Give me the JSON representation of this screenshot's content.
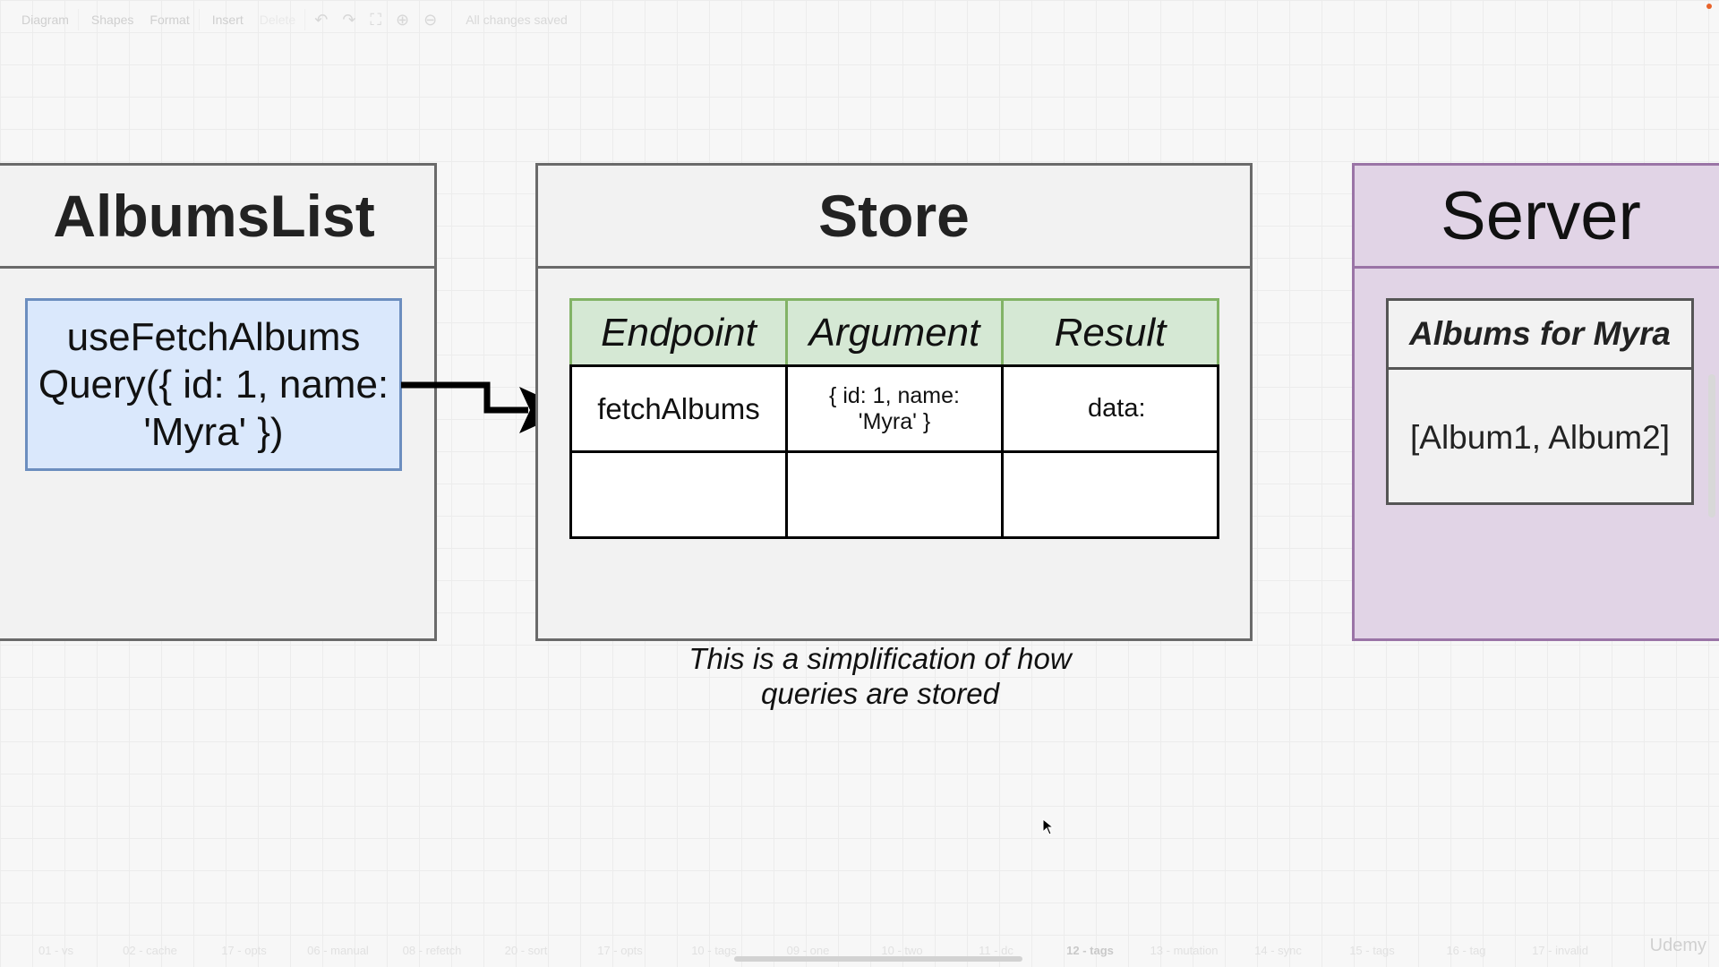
{
  "toolbar": {
    "diagram_menu": "Diagram",
    "shapes": "Shapes",
    "format": "Format",
    "insert": "Insert",
    "delete": "Delete",
    "status": "All changes saved"
  },
  "albums_list": {
    "title": "AlbumsList",
    "hook_line1": "useFetchAlbums",
    "hook_line2": "Query({ id: 1, name:",
    "hook_line3": "'Myra' })"
  },
  "store": {
    "title": "Store",
    "headers": [
      "Endpoint",
      "Argument",
      "Result"
    ],
    "rows": [
      {
        "endpoint": "fetchAlbums",
        "argument_line1": "{ id: 1, name:",
        "argument_line2": "'Myra' }",
        "result": "data:"
      },
      {
        "endpoint": "",
        "argument_line1": "",
        "argument_line2": "",
        "result": ""
      }
    ]
  },
  "note": {
    "line1": "This is a simplification of how",
    "line2": "queries are stored"
  },
  "server": {
    "title": "Server",
    "box_header": "Albums for Myra",
    "box_value": "[Album1, Album2]"
  },
  "page_tabs": [
    "01 - vs",
    "02 - cache",
    "17 - opts",
    "06 - manual",
    "08 - refetch",
    "20 - sort",
    "17 - opts",
    "10 - tags",
    "09 - one",
    "10 - two",
    "11 - dc",
    "12 - tags",
    "13 - mutation",
    "14 - sync",
    "15 - tags",
    "16 - tag",
    "17 - invalid"
  ],
  "active_tab": "12 - tags",
  "watermark": "Udemy",
  "colors": {
    "hook_fill": "#dae8fc",
    "hook_border": "#6c8ebf",
    "table_header_fill": "#d5e8d4",
    "table_header_border": "#82b366",
    "server_fill": "#e1d4e6",
    "server_border": "#9a74a6"
  }
}
